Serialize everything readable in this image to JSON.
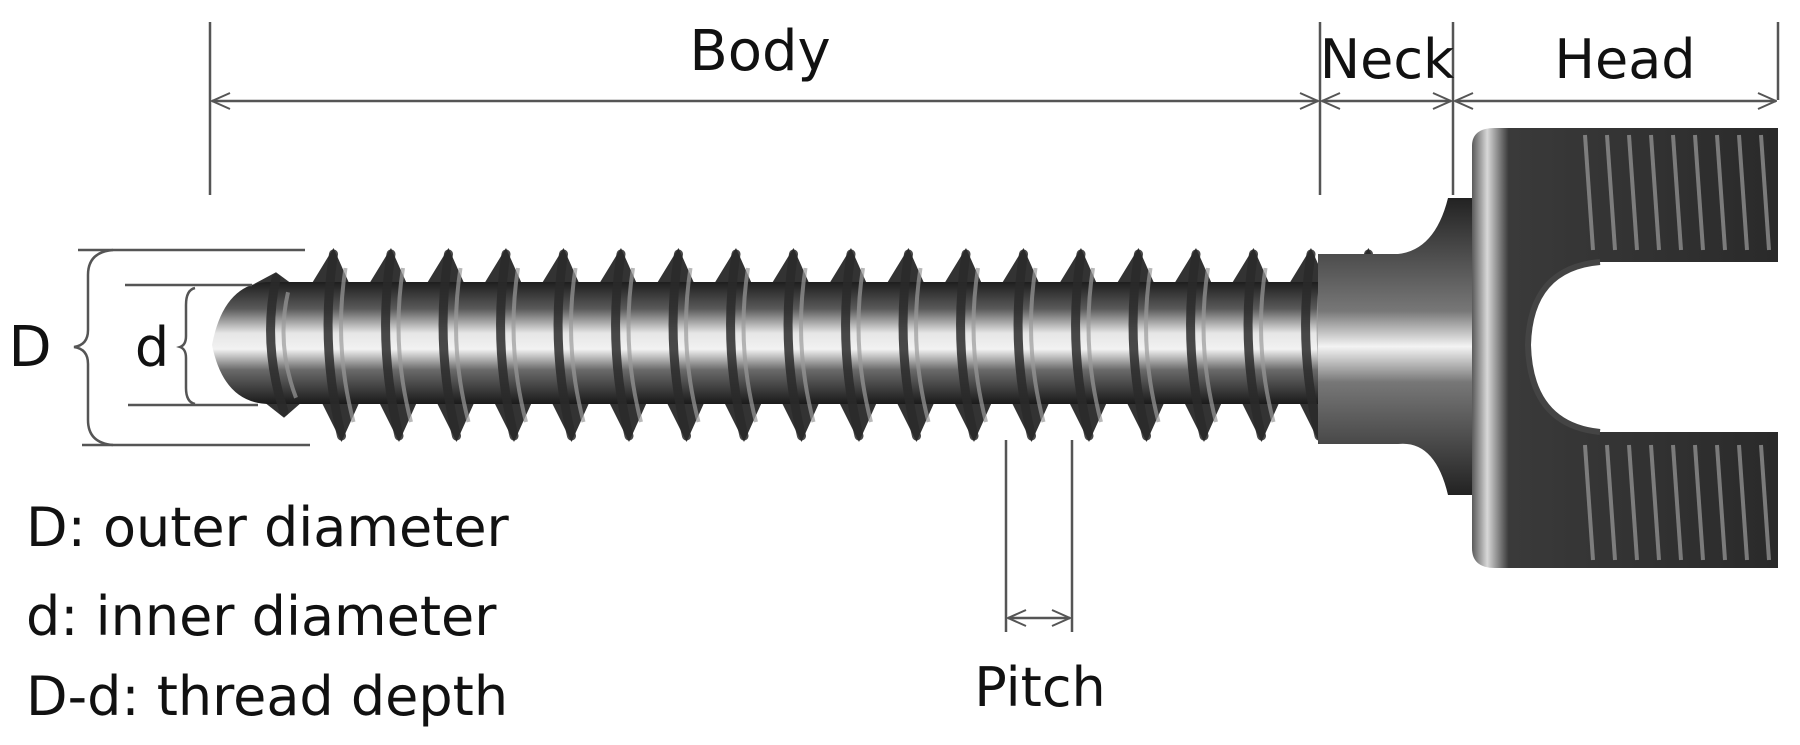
{
  "dimensions": {
    "body": "Body",
    "neck": "Neck",
    "head": "Head",
    "pitch": "Pitch",
    "outer_diameter_symbol": "D",
    "inner_diameter_symbol": "d"
  },
  "legend": [
    "D: outer diameter",
    "d: inner diameter",
    "D-d: thread depth"
  ],
  "colors": {
    "line": "#555555",
    "screw_dark": "#2a2a2a",
    "screw_light": "#e8e8e8"
  }
}
